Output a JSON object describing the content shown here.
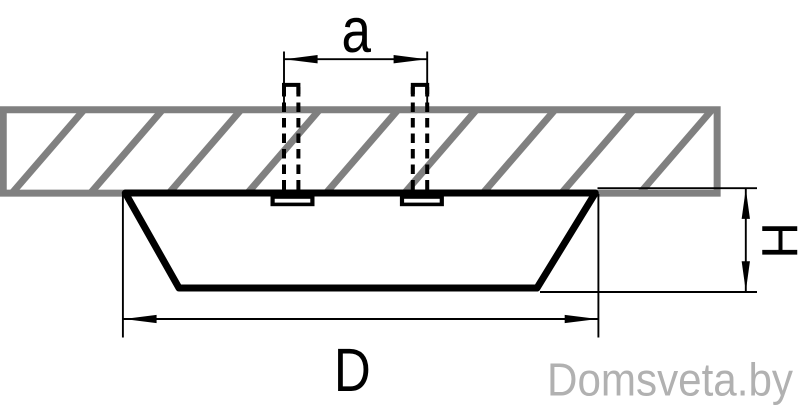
{
  "page": {
    "background": "#ffffff"
  },
  "colors": {
    "line": "#000000",
    "ceiling_gray": "#808080",
    "watermark_gray": "#b1b1b1",
    "lamp_fill": "#ffffff",
    "slot_fill": "#ffffff"
  },
  "diagram": {
    "type": "technical-dimension-drawing",
    "subject": "surface-mounted ceiling downlight, installation cross-section side view",
    "parts": {
      "ceiling": "hatched ceiling slab section",
      "lamp": "trapezoidal luminaire body mounted under the ceiling",
      "screws": "two dashed mounting screws passing through the ceiling",
      "tabs": "two slotted mounting tabs on top of the luminaire"
    },
    "dimensions": {
      "mount_spacing_label": "a",
      "diameter_label": "D",
      "height_label": "H"
    }
  },
  "watermark": {
    "text": "Domsveta.by"
  }
}
